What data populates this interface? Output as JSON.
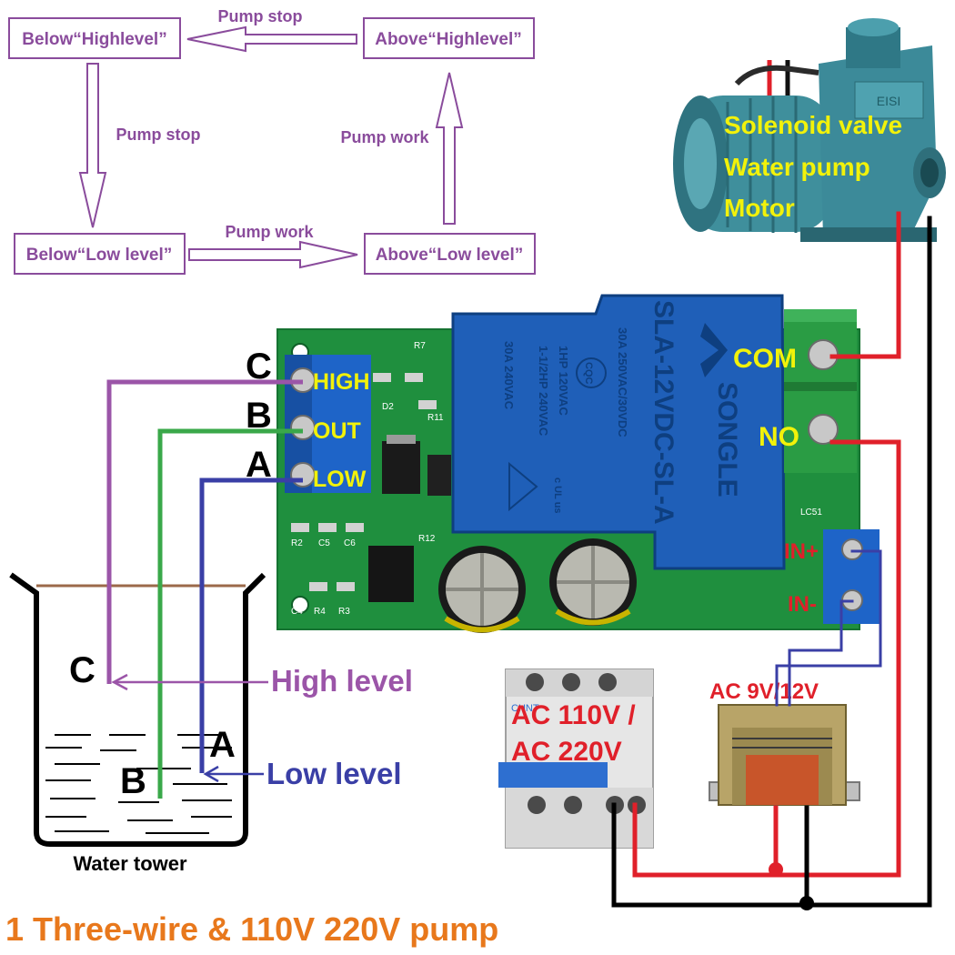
{
  "flowchart": {
    "box_below_high": "Below“Highlevel”",
    "box_above_high": "Above“Highlevel”",
    "box_below_low": "Below“Low level”",
    "box_above_low": "Above“Low level”",
    "arrow_top": "Pump stop",
    "arrow_left": "Pump stop",
    "arrow_right": "Pump work",
    "arrow_bottom": "Pump work",
    "colors": {
      "flow": "#8a4c9c"
    }
  },
  "pump": {
    "label_line1": "Solenoid valve",
    "label_line2": "Water pump",
    "label_line3": "Motor",
    "nameplate": "EISI"
  },
  "relay": {
    "model": "SLA-12VDC-SL-A",
    "brand": "SONGLE",
    "rating1": "30A 250VAC/30VDC",
    "rating2": "1HP 120VAC",
    "rating3": "1-1/2HP 240VAC",
    "rating4": "30A 240VAC",
    "cert": "CQC",
    "cert2": "c UL us"
  },
  "board": {
    "term_high": "HIGH",
    "term_out": "OUT",
    "term_low": "LOW",
    "term_com": "COM",
    "term_no": "NO",
    "term_in_plus": "IN+",
    "term_in_minus": "IN-",
    "silk_lc": "LC51",
    "silk_r2": "R2",
    "silk_d2": "D2",
    "silk_r11": "R11",
    "silk_r12": "R12",
    "silk_c4": "C4",
    "silk_r4": "R4",
    "silk_r3": "R3",
    "silk_c5": "C5",
    "silk_c6": "C6",
    "silk_r7": "R7"
  },
  "wires": {
    "c_letter": "C",
    "b_letter": "B",
    "a_letter": "A",
    "colors": {
      "high": "#9b55a8",
      "out": "#3aa84a",
      "low": "#3a3fa6",
      "red": "#e0202a",
      "black": "#000000"
    }
  },
  "tank": {
    "c_letter": "C",
    "b_letter": "B",
    "a_letter": "A",
    "high_level": "High level",
    "low_level": "Low level",
    "caption": "Water tower"
  },
  "power": {
    "breaker_label_line1": "AC 110V /",
    "breaker_label_line2": "AC 220V",
    "breaker_brand": "CHNT",
    "transformer_label": "AC 9V/12V"
  },
  "footer": {
    "caption": "1 Three-wire & 110V 220V pump",
    "color": "#e8781c"
  }
}
